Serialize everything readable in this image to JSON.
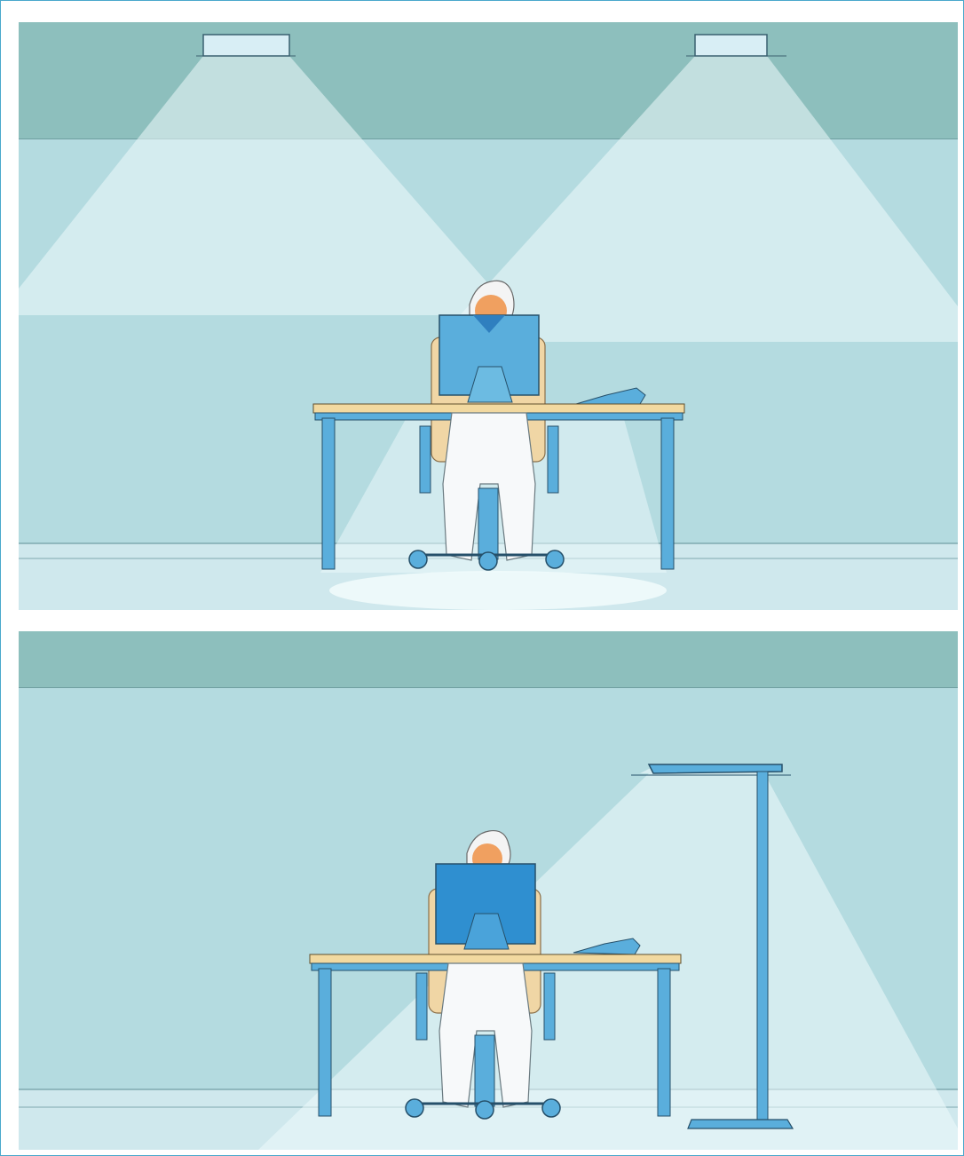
{
  "figure": {
    "panels": [
      {
        "id": "top",
        "scene": "office-workstation",
        "lighting": "two-ceiling-luminaires",
        "light_sources": [
          "ceiling-luminaire-left-icon",
          "ceiling-luminaire-right-icon"
        ]
      },
      {
        "id": "bottom",
        "scene": "office-workstation",
        "lighting": "free-standing-floor-luminaire",
        "light_sources": [
          "floor-standing-luminaire-icon"
        ]
      }
    ],
    "colors": {
      "ceiling": "#8dbfbd",
      "wall": "#b4dbe0",
      "floor": "#cfe8ed",
      "light_cone": "#eaf7f9",
      "furniture_blue": "#5aaedc",
      "desk_wood": "#f2d9a0",
      "chair_cushion": "#f0d6a5",
      "skin": "#f0a060",
      "frame_border": "#4aa8cc"
    }
  }
}
